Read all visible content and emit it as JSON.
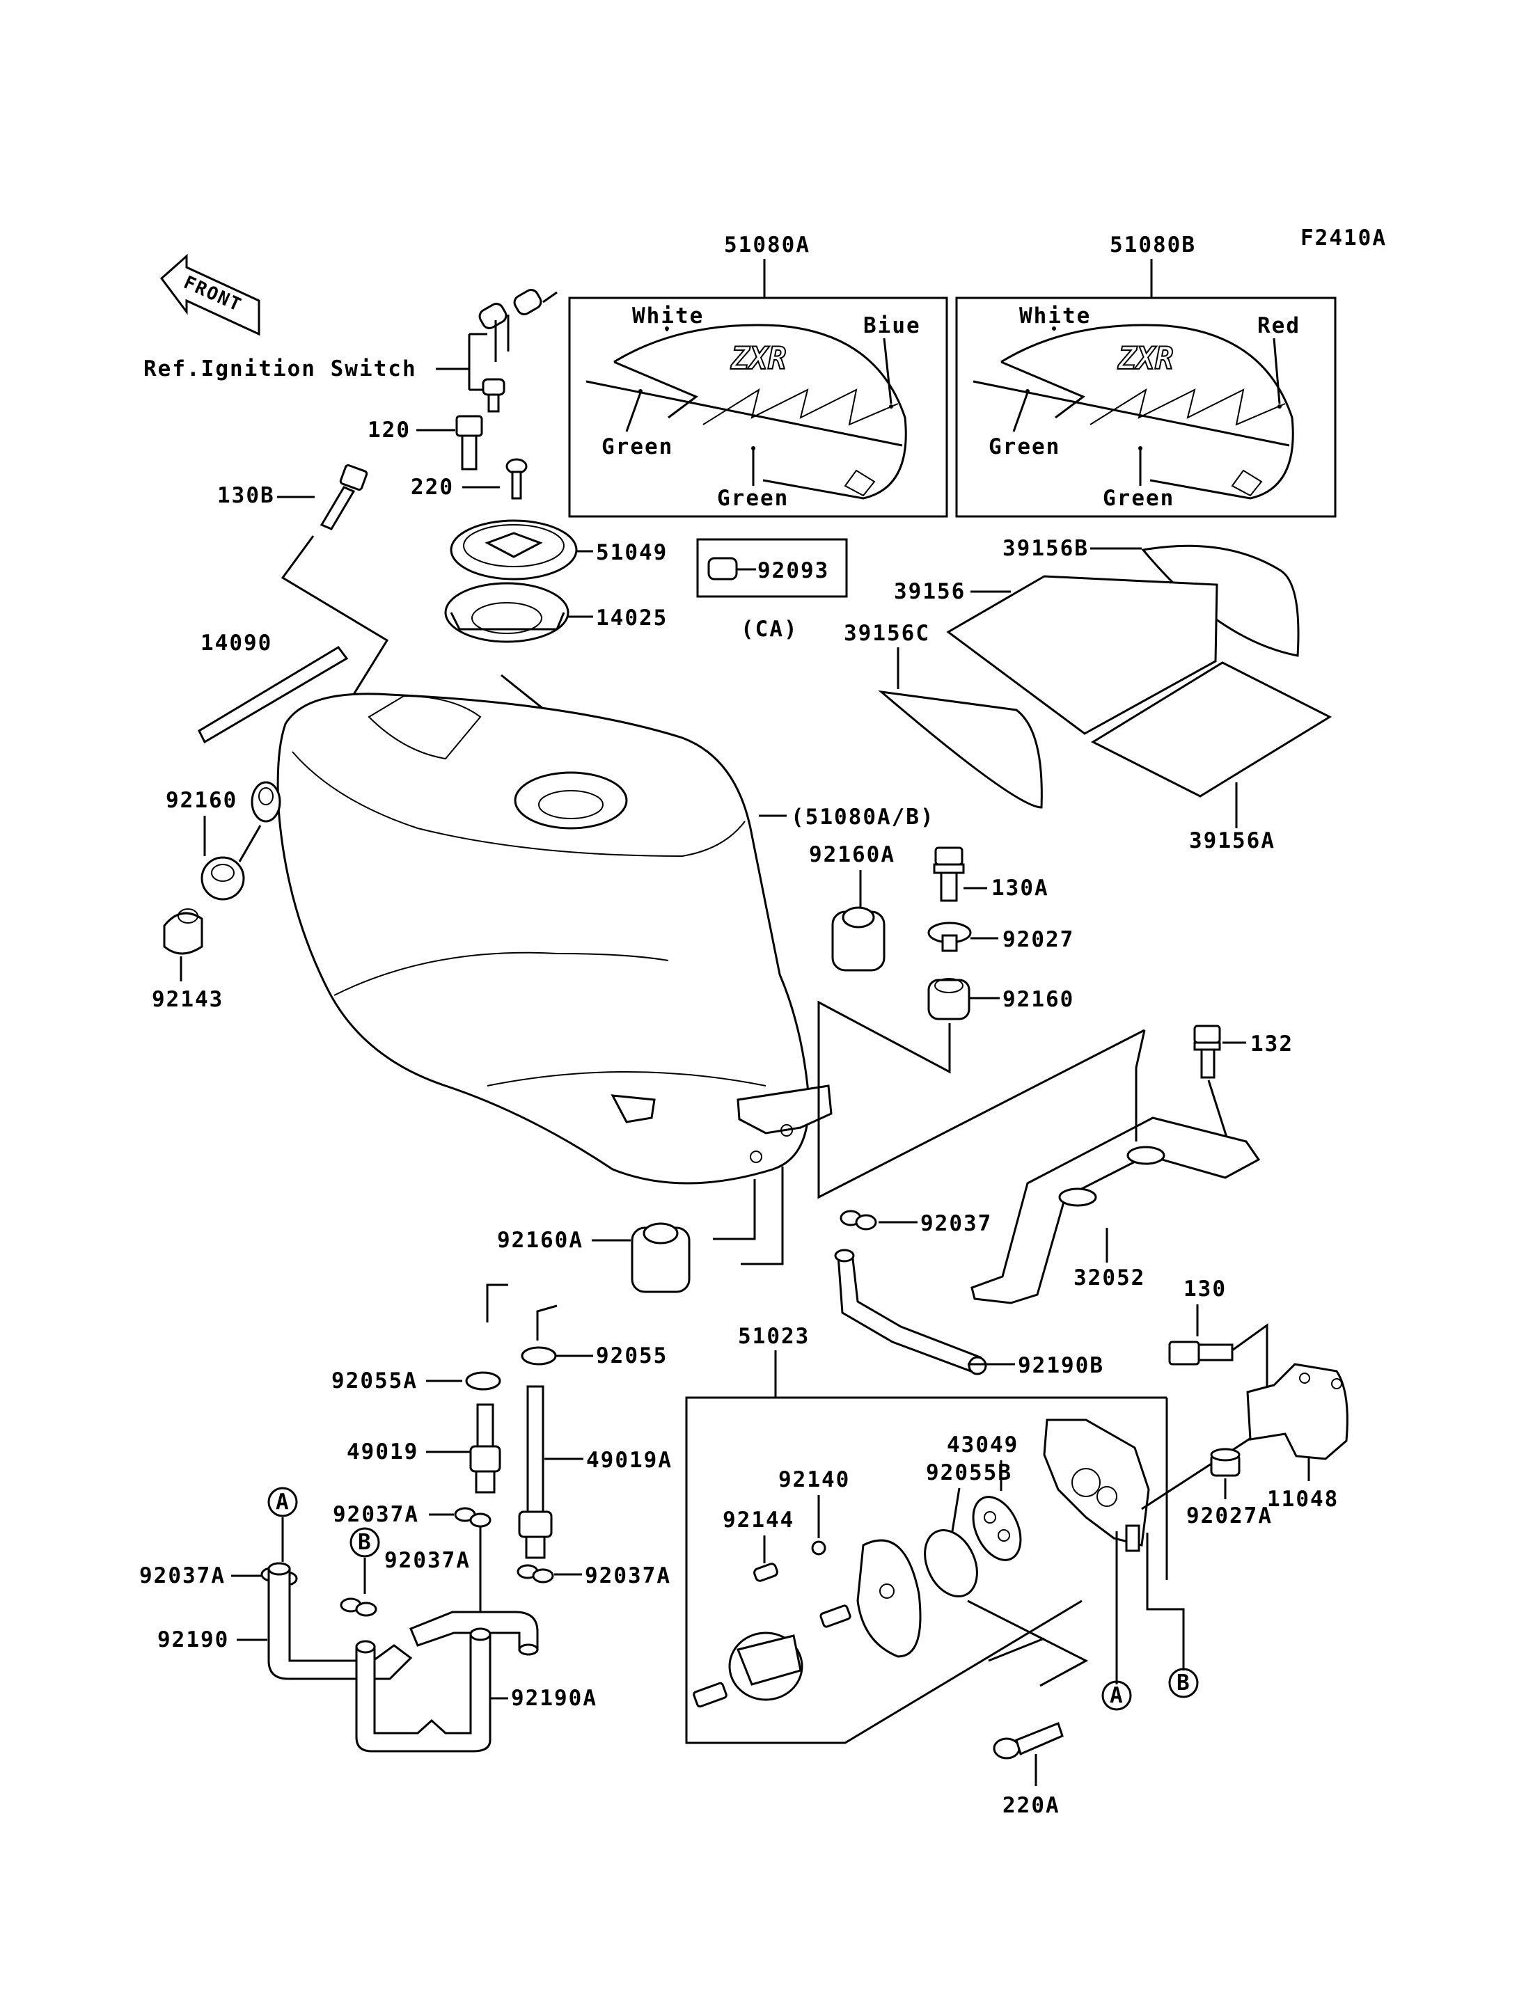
{
  "figure_code": "F2410A",
  "front_arrow": "FRONT",
  "ref_ignition": "Ref.Ignition Switch",
  "decal_a": {
    "part_no": "51080A",
    "c1": "White",
    "c2": "Biue",
    "c3": "Green",
    "c4": "Green",
    "logo": "ZXR"
  },
  "decal_b": {
    "part_no": "51080B",
    "c1": "White",
    "c2": "Red",
    "c3": "Green",
    "c4": "Green",
    "logo": "ZXR"
  },
  "labels": {
    "p120": "120",
    "p130B": "130B",
    "p220": "220",
    "p51049": "51049",
    "p14025": "14025",
    "p92093": "92093",
    "pCA": "(CA)",
    "p14090": "14090",
    "p92160_l": "92160",
    "p92143": "92143",
    "pTank": "(51080A/B)",
    "p92160A_r": "92160A",
    "p130A": "130A",
    "p92027": "92027",
    "p92160_r": "92160",
    "p132": "132",
    "p39156B": "39156B",
    "p39156": "39156",
    "p39156C": "39156C",
    "p39156A": "39156A",
    "p92037": "92037",
    "p32052": "32052",
    "p92160A_b": "92160A",
    "p92055A": "92055A",
    "p92055": "92055",
    "p49019": "49019",
    "p49019A": "49019A",
    "p92037A_1": "92037A",
    "p92037A_2": "92037A",
    "p92037A_3": "92037A",
    "p92037A_4": "92037A",
    "p92190": "92190",
    "p92190A": "92190A",
    "p92190B": "92190B",
    "p51023": "51023",
    "p92140": "92140",
    "p92144": "92144",
    "p92055B": "92055B",
    "p43049": "43049",
    "p130": "130",
    "p11048": "11048",
    "p92027A": "92027A",
    "p220A": "220A",
    "refA1": "A",
    "refA2": "A",
    "refB1": "B",
    "refB2": "B"
  }
}
